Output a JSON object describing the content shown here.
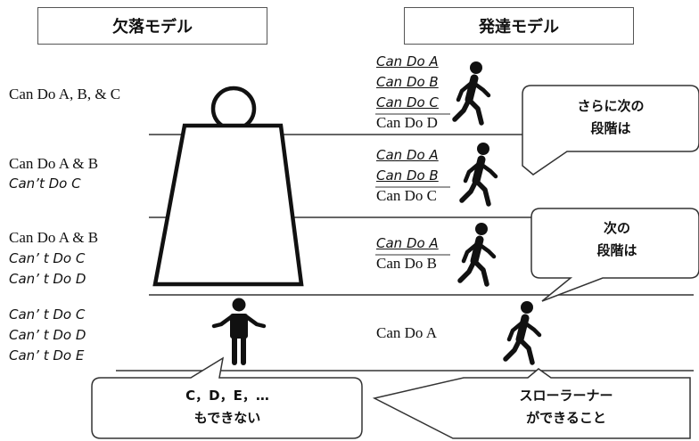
{
  "headers": {
    "deficit_model": "欠落モデル",
    "developmental_model": "発達モデル"
  },
  "left_rows": [
    [
      "Can Do A, B, & C"
    ],
    [
      "Can Do A & B",
      "Can’t Do C"
    ],
    [
      "Can Do A & B",
      "Can’ t Do C",
      "Can’ t Do D"
    ],
    [
      "Can’ t Do C",
      "Can’ t Do D",
      "Can’ t Do E"
    ]
  ],
  "right_rows": [
    [
      "Can Do A",
      "Can Do B",
      "Can Do C",
      "Can Do D"
    ],
    [
      "Can Do A",
      "Can Do B",
      "Can Do C"
    ],
    [
      "Can Do A",
      "Can Do B"
    ],
    [
      "Can Do A"
    ]
  ],
  "callouts": {
    "next_next_stage": [
      "さらに次の",
      "段階は"
    ],
    "next_stage": [
      "次の",
      "段階は"
    ],
    "cannot": [
      "C，D，E，…",
      "もできない"
    ],
    "slow_learner": [
      "スローラーナー",
      "ができること"
    ]
  },
  "icons": [
    "weight-icon",
    "walking-person-icon",
    "shrugging-person-icon"
  ],
  "colors": {
    "line": "#333333",
    "figure": "#111111"
  }
}
